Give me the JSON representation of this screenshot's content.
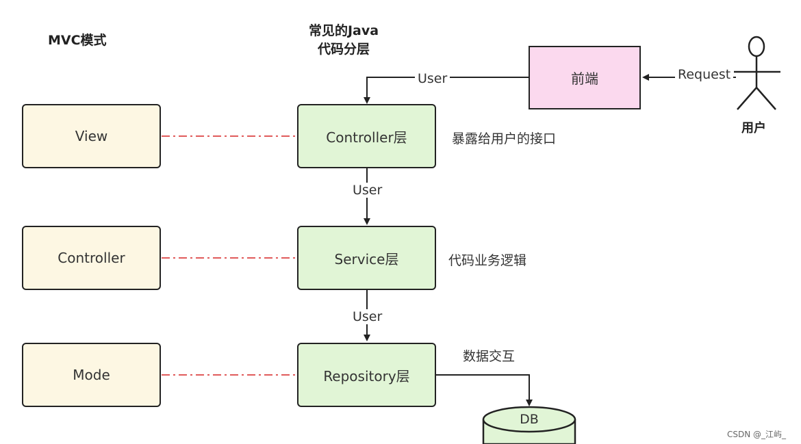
{
  "titles": {
    "mvc": "MVC模式",
    "java_line1": "常见的Java",
    "java_line2": "代码分层"
  },
  "mvc_boxes": {
    "view": "View",
    "controller": "Controller",
    "model": "Mode"
  },
  "layers": {
    "controller": "Controller层",
    "service": "Service层",
    "repository": "Repository层"
  },
  "descriptions": {
    "controller": "暴露给用户的接口",
    "service": "代码业务逻辑",
    "repository": "数据交互"
  },
  "frontend": "前端",
  "user_actor": "用户",
  "edges": {
    "request": "Request",
    "frontend_to_controller": "User",
    "controller_to_service": "User",
    "service_to_repository": "User"
  },
  "database": "DB",
  "watermark": "CSDN @_江屿_",
  "colors": {
    "mvc_fill": "#fdf7e3",
    "layer_fill": "#e1f5d6",
    "frontend_fill": "#fbd9ee",
    "dash_line": "#e05a5a"
  }
}
